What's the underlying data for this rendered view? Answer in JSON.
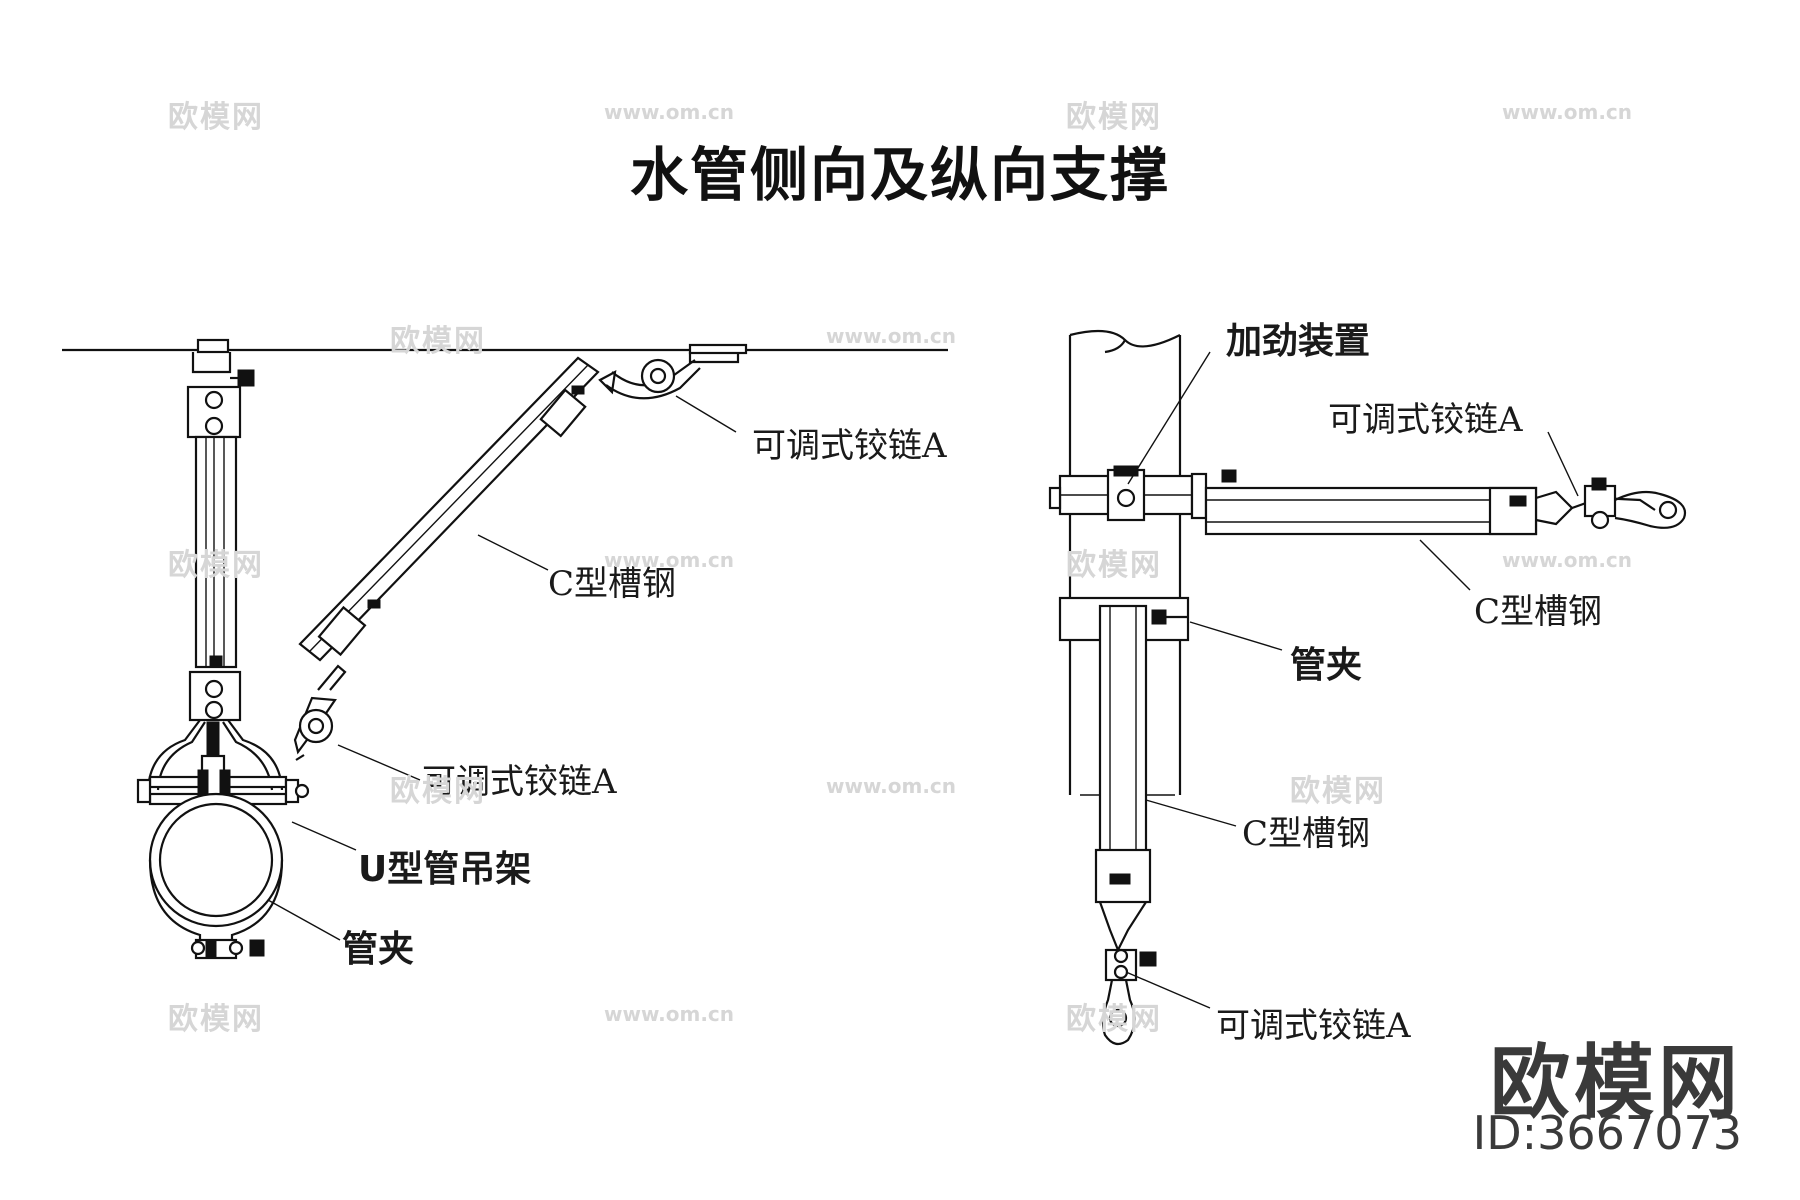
{
  "title": "水管侧向及纵向支撑",
  "left_diagram": {
    "label_hinge_top": "可调式铰链A",
    "label_channel": "C型槽钢",
    "label_hinge_bottom": "可调式铰链A",
    "label_u_hanger": "U型管吊架",
    "label_clamp": "管夹"
  },
  "right_diagram": {
    "label_stiffener": "加劲装置",
    "label_hinge_right": "可调式铰链A",
    "label_channel_horizontal": "C型槽钢",
    "label_clamp": "管夹",
    "label_channel_vertical": "C型槽钢",
    "label_hinge_bottom": "可调式铰链A"
  },
  "watermark": {
    "brand_text": "欧模网",
    "url_text": "www.om.cn",
    "id_text": "ID:3667073"
  }
}
